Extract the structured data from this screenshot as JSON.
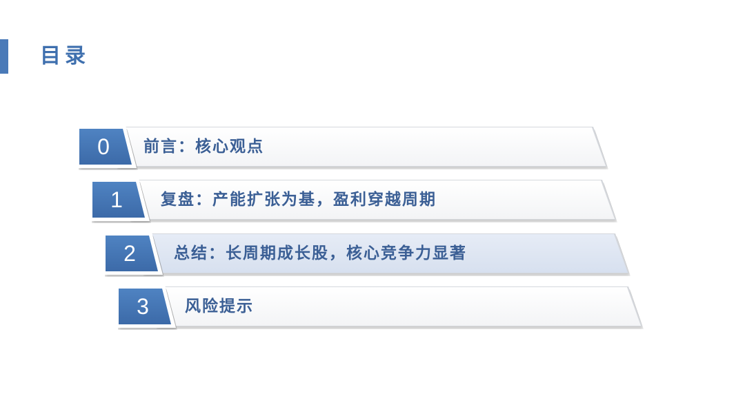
{
  "page": {
    "title": "目录"
  },
  "toc": {
    "items": [
      {
        "number": "0",
        "label": "前言：核心观点",
        "active": false
      },
      {
        "number": "1",
        "label": "复盘：产能扩张为基，盈利穿越周期",
        "active": false
      },
      {
        "number": "2",
        "label": "总结：长周期成长股，核心竞争力显著",
        "active": true
      },
      {
        "number": "3",
        "label": "风险提示",
        "active": false
      }
    ]
  },
  "colors": {
    "accent": "#4a7ab8",
    "title_text": "#3e6fae",
    "item_text": "#3b5f95",
    "active_bar": "#dbe3f0"
  }
}
